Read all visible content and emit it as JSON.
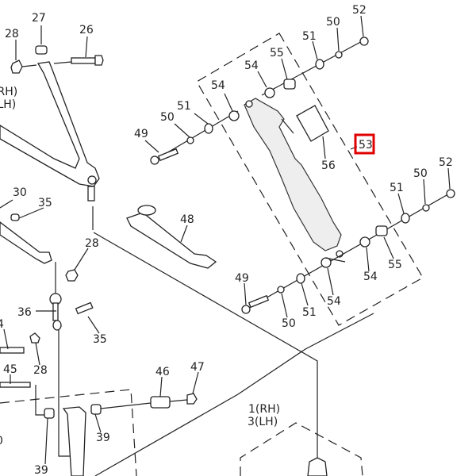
{
  "diagram": {
    "highlight_color": "#e00000",
    "selected_callout": "53",
    "callouts": {
      "c27": "27",
      "c28a": "28",
      "c26": "26",
      "rh_left": "(RH)",
      "lh_left": "(LH)",
      "c54a": "54",
      "c51a": "51",
      "c50a": "50",
      "c49a": "49",
      "c30": "30",
      "c35a": "35",
      "c48": "48",
      "c28b": "28",
      "c36": "36",
      "c35b": "35",
      "c4": "4",
      "c28c": "28",
      "c45": "45",
      "c0": "0",
      "c46": "46",
      "c47": "47",
      "c39a": "39",
      "c39b": "39",
      "rh": "1(RH)",
      "lh": "3(LH)",
      "c49b": "49",
      "c50b": "50",
      "c51b": "51",
      "c54b": "54",
      "c54c": "54",
      "c55b": "55",
      "c52a": "52",
      "c50c": "50",
      "c51c": "51",
      "c55a": "55",
      "c54d": "54",
      "c56": "56",
      "c53": "53",
      "c52b": "52",
      "c50d": "50",
      "c51d": "51"
    }
  }
}
